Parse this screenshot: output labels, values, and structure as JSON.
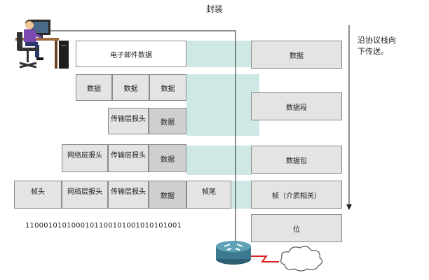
{
  "title": "封装",
  "direction_note_lines": [
    "沿协议栈向",
    "下传送。"
  ],
  "left": {
    "email_data": "电子邮件数据",
    "data_row": [
      "数据",
      "数据",
      "数据"
    ],
    "transport_header": "传输层报头",
    "network_header": "网络层报头",
    "frame_header": "帧头",
    "frame_trailer": "帧尾",
    "data": "数据",
    "bits": "1100010101000101100101001010101001"
  },
  "right": {
    "items": [
      "数据",
      "数据段",
      "数据包",
      "帧（介质相关）",
      "位"
    ]
  }
}
